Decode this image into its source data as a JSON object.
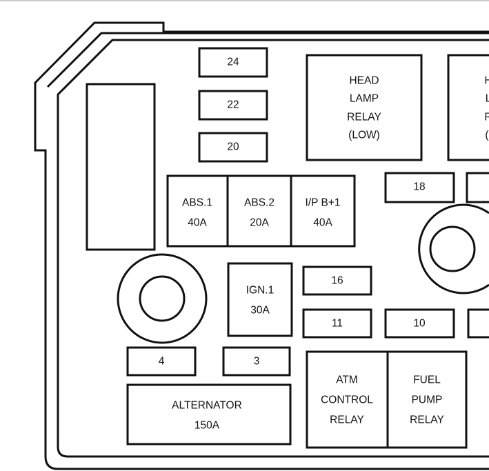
{
  "fuse_box": {
    "slots": {
      "f24": "24",
      "f22": "22",
      "f20": "20",
      "f18": "18",
      "f16": "16",
      "f11": "11",
      "f10": "10",
      "f4": "4",
      "f3": "3"
    },
    "abs1": {
      "name": "ABS.1",
      "rating": "40A"
    },
    "abs2": {
      "name": "ABS.2",
      "rating": "20A"
    },
    "ipb1": {
      "name": "I/P B+1",
      "rating": "40A"
    },
    "ign1": {
      "name": "IGN.1",
      "rating": "30A"
    },
    "alternator": {
      "name": "ALTERNATOR",
      "rating": "150A"
    },
    "head_lamp_relay_low": {
      "lines": [
        "HEAD",
        "LAMP",
        "RELAY",
        "(LOW)"
      ]
    },
    "head_lamp_relay_cut": {
      "lines": [
        "H",
        "L",
        "R",
        "("
      ]
    },
    "atm_relay": {
      "lines": [
        "ATM",
        "CONTROL",
        "RELAY"
      ]
    },
    "fuel_pump_relay": {
      "lines": [
        "FUEL",
        "PUMP",
        "RELAY"
      ]
    }
  }
}
